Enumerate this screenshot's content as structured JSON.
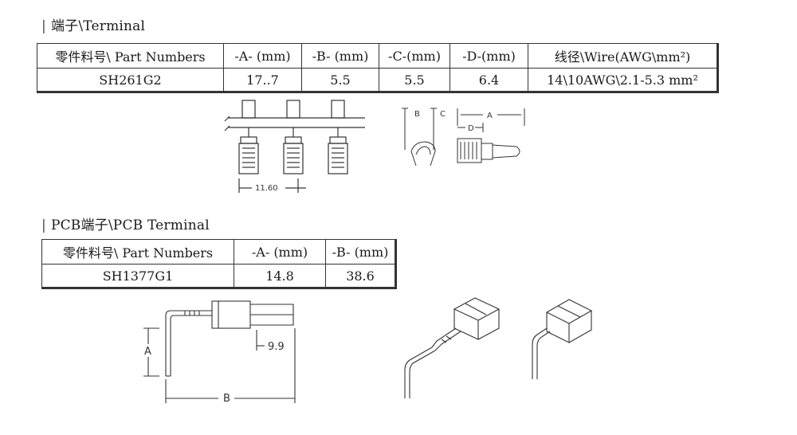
{
  "terminal_section": {
    "title": "端子\\Terminal",
    "headers": [
      "零件料号\\ Part Numbers",
      "-A- (mm)",
      "-B- (mm)",
      "-C-(mm)",
      "-D-(mm)",
      "线径\\Wire(AWG\\mm²)"
    ],
    "row": [
      "SH261G2",
      "17..7",
      "5.5",
      "5.5",
      "6.4",
      "14\\10AWG\\2.1-5.3 mm²"
    ],
    "drawing_labels": {
      "pitch": "11.60",
      "dim_a": "A",
      "dim_b": "B",
      "dim_c": "C",
      "dim_d": "D"
    }
  },
  "pcb_section": {
    "title": "PCB端子\\PCB Terminal",
    "headers": [
      "零件料号\\ Part Numbers",
      "-A- (mm)",
      "-B- (mm)"
    ],
    "row": [
      "SH1377G1",
      "14.8",
      "38.6"
    ],
    "drawing_labels": {
      "dim_a": "A",
      "dim_b": "B",
      "offset": "9.9"
    }
  }
}
